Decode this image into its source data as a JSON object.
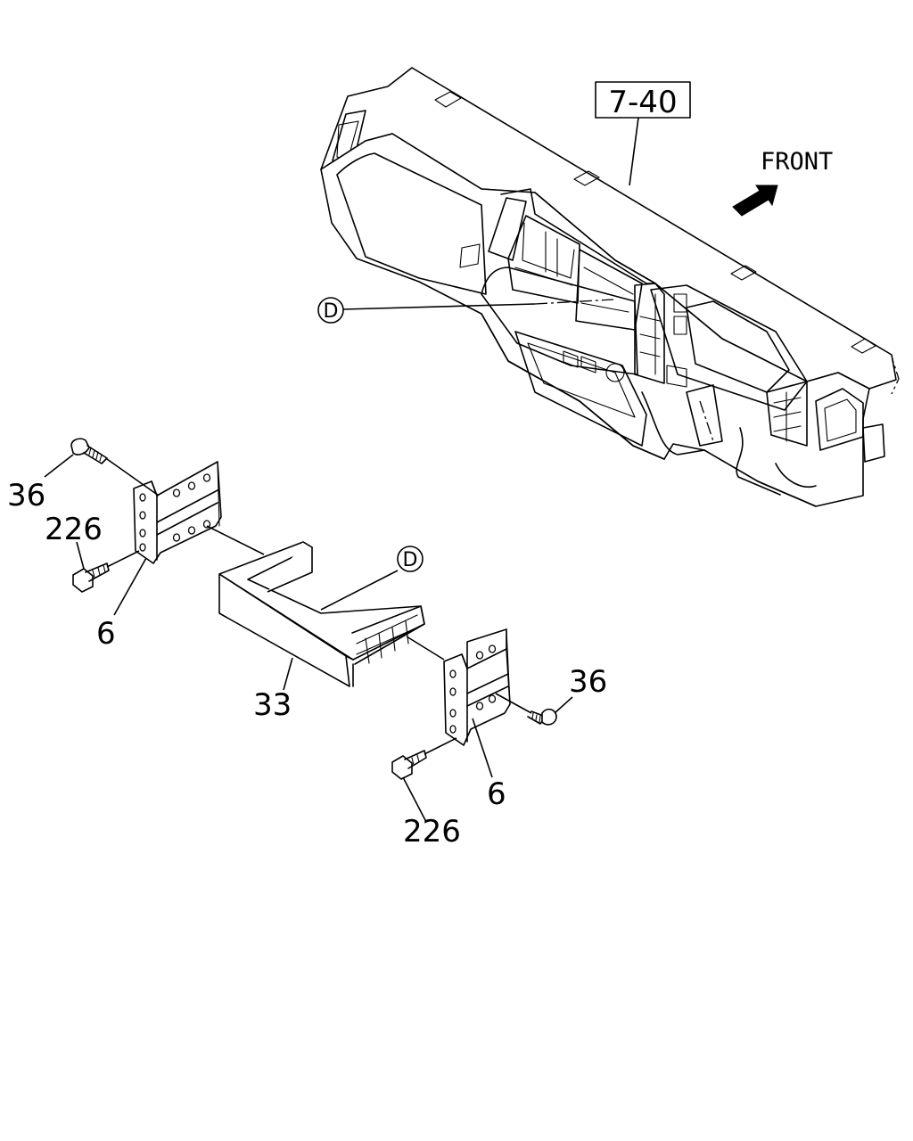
{
  "ref_box": "7-40",
  "front_label": "FRONT",
  "detail_marker": "D",
  "callouts": {
    "screw_upper_left": "36",
    "bolt_upper_left": "226",
    "bracket_left": "6",
    "pocket": "33",
    "screw_right": "36",
    "bracket_right": "6",
    "bolt_lower_right": "226"
  }
}
